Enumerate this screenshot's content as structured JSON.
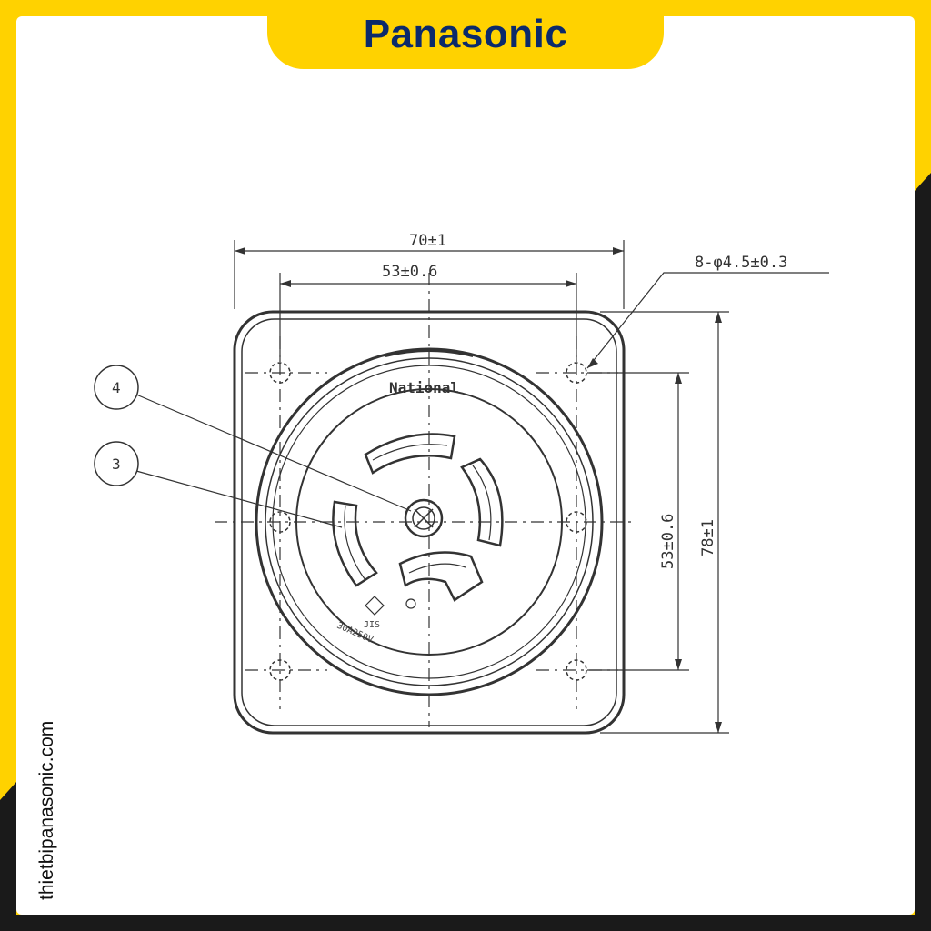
{
  "brand": {
    "logo_text": "Panasonic",
    "website": "thietbipanasonic.com"
  },
  "colors": {
    "frame_yellow": "#FFD200",
    "frame_dark": "#1a1a1a",
    "logo_navy": "#0B2A6B",
    "line": "#333333"
  },
  "drawing": {
    "dimensions": {
      "overall_width": "70±1",
      "hole_spacing_h": "53±0.6",
      "hole_spec": "8-φ4.5±0.3",
      "hole_spacing_v": "53±0.6",
      "overall_height": "78±1"
    },
    "callouts": {
      "screw": "4",
      "contact": "3"
    },
    "face_marks": {
      "maker": "National",
      "rating": "30A250V",
      "cert": "JIS"
    }
  }
}
